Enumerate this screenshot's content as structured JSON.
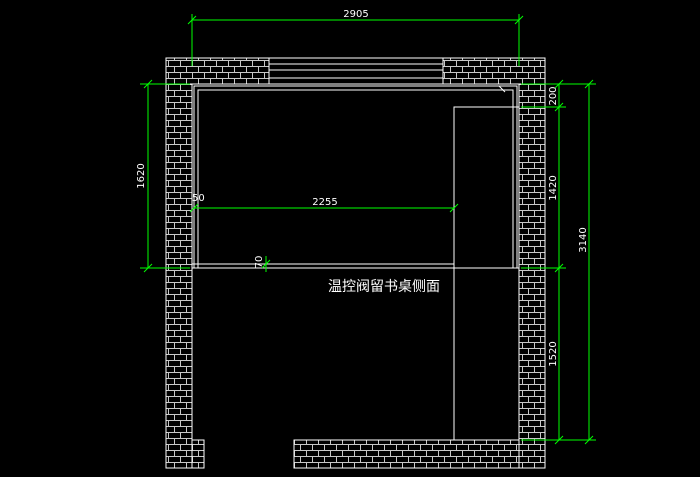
{
  "drawing": {
    "title": "温控阀留书桌侧面",
    "colors": {
      "background": "#000000",
      "wall_line": "#ffffff",
      "dimension_line": "#00ff00",
      "text": "#ffffff"
    },
    "dimensions": {
      "top_width": "2905",
      "left_height": "1620",
      "desk_length": "2255",
      "left_offset": "50",
      "desk_thickness": "70",
      "right_top": "200",
      "right_middle": "1420",
      "right_lower": "1520",
      "right_total": "3140"
    }
  }
}
